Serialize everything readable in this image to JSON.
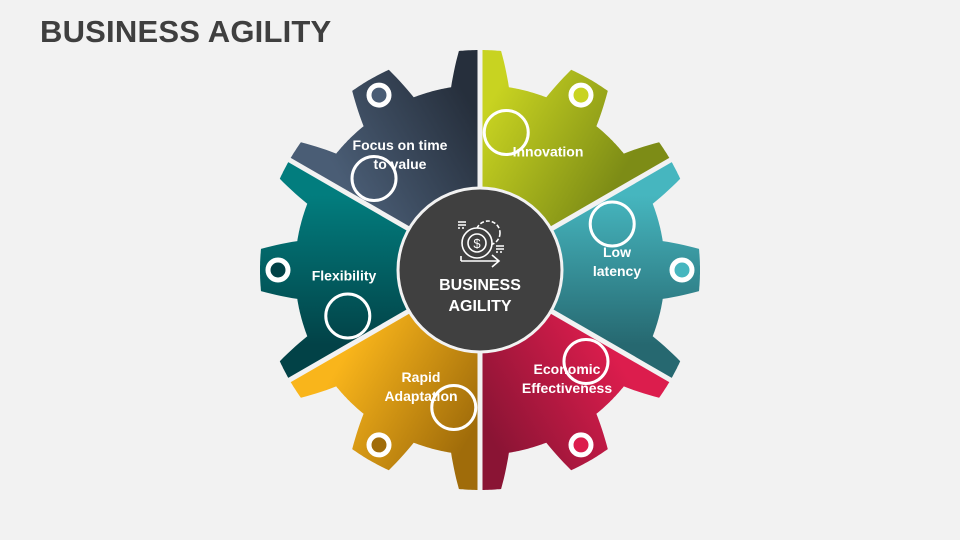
{
  "title": "BUSINESS AGILITY",
  "center": {
    "line1": "BUSINESS",
    "line2": "AGILITY",
    "icon": "dollar-coin-gear-arrow-icon",
    "color": "#404040"
  },
  "segments": [
    {
      "label": "Innovation",
      "colors": [
        "#7d8c16",
        "#c8d321"
      ]
    },
    {
      "label": "Low latency",
      "colors": [
        "#266870",
        "#46b6bf"
      ]
    },
    {
      "label": "Economic Effectiveness",
      "colors": [
        "#8a1434",
        "#dc1d4d"
      ]
    },
    {
      "label": "Rapid Adaptation",
      "colors": [
        "#f9b51b",
        "#a06c0a"
      ]
    },
    {
      "label": "Flexibility",
      "colors": [
        "#027d7e",
        "#024247"
      ]
    },
    {
      "label": "Focus on time to value",
      "colors": [
        "#262f3c",
        "#4a5d75"
      ]
    }
  ]
}
